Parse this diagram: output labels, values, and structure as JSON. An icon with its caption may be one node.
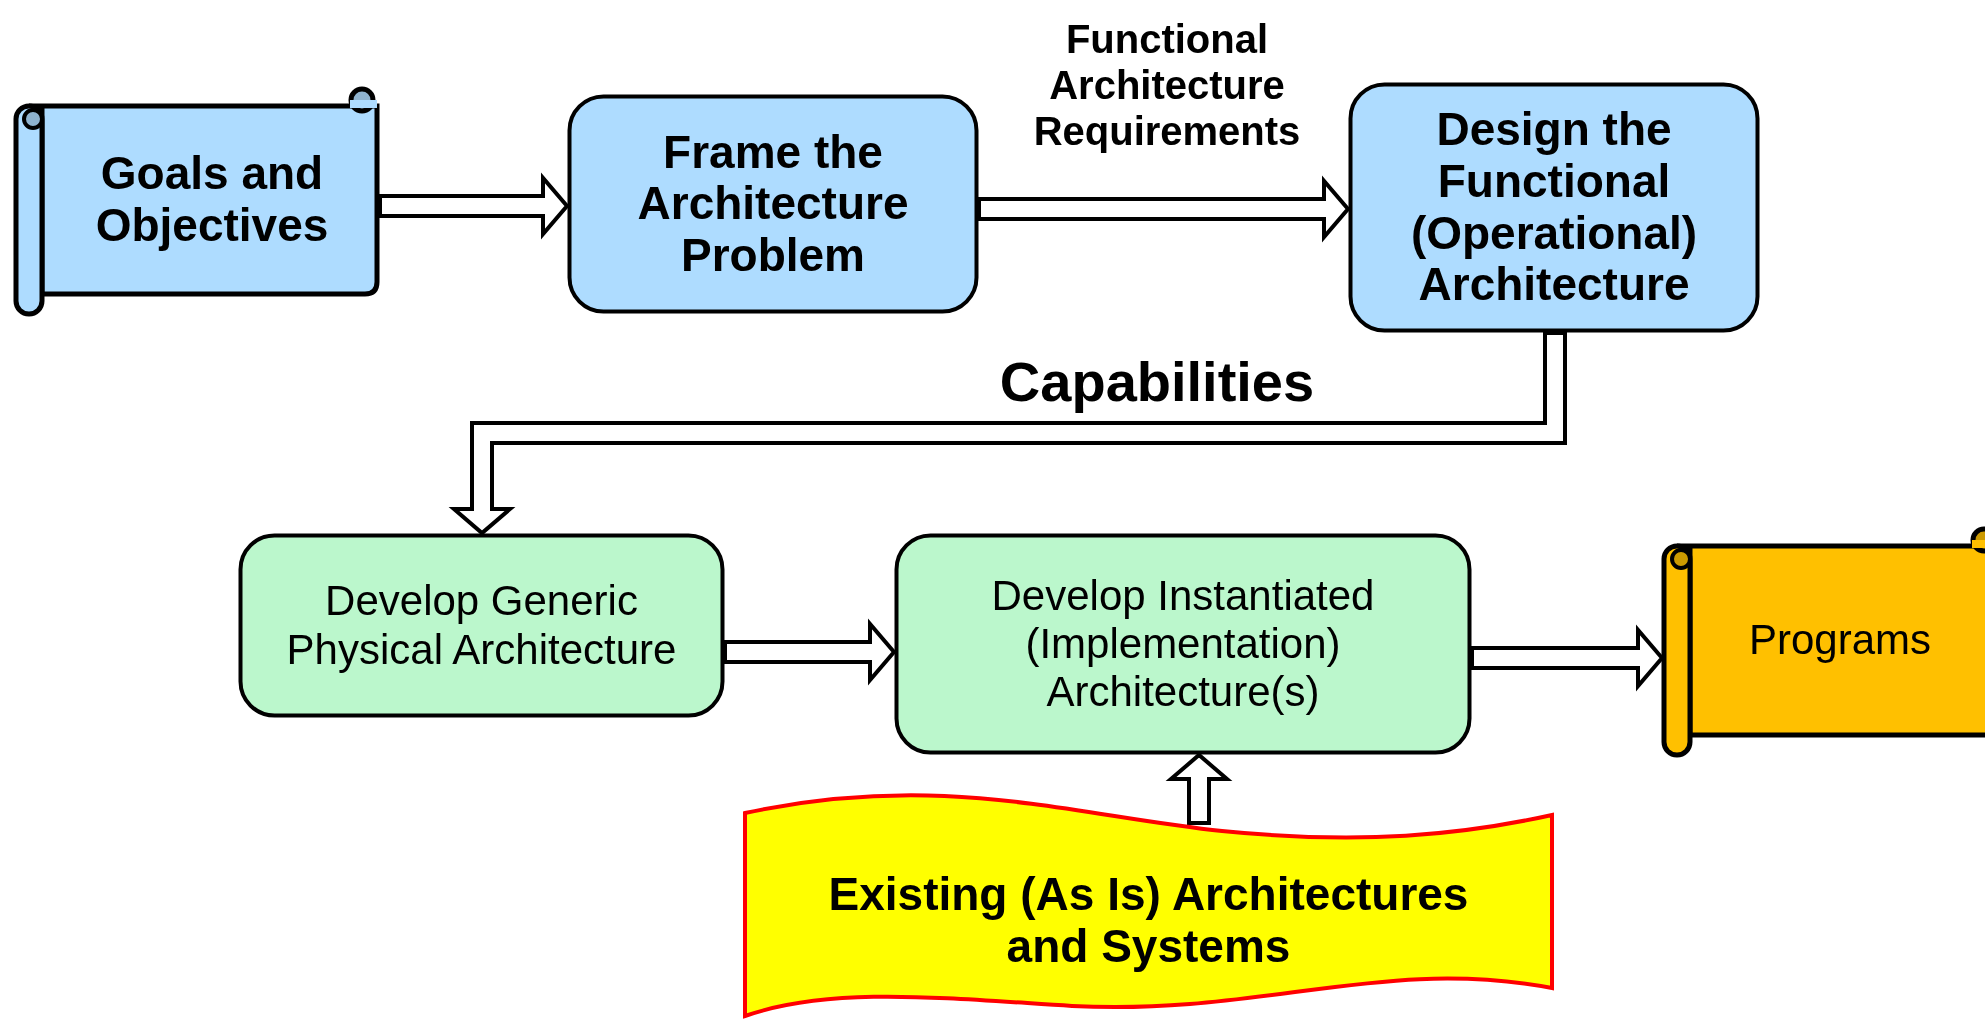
{
  "diagram": {
    "nodes": [
      {
        "text": [
          "Goals and Objectives"
        ]
      },
      {
        "text": [
          "Frame the Architecture Problem"
        ]
      },
      {
        "text": [
          "Design the Functional (Operational) Architecture"
        ]
      },
      {
        "text": [
          "Develop Generic Physical Architecture"
        ]
      },
      {
        "text": [
          "Develop Instantiated (Implementation) Architecture(s)"
        ]
      },
      {
        "text": [
          "Programs"
        ]
      },
      {
        "text": [
          "Existing (As Is) Architectures and Systems"
        ]
      }
    ],
    "edges": [
      {
        "from": 0,
        "to": 1,
        "arrow": "to"
      },
      {
        "from": 1,
        "to": 2,
        "arrow": "to",
        "label": "Functional Architecture Requirements"
      },
      {
        "from": 2,
        "to": 3,
        "arrow": "to",
        "label": "Capabilities"
      },
      {
        "from": 3,
        "to": 4,
        "arrow": "to"
      },
      {
        "from": 4,
        "to": 5,
        "arrow": "to"
      },
      {
        "from": 6,
        "to": 4,
        "arrow": "to"
      }
    ]
  }
}
